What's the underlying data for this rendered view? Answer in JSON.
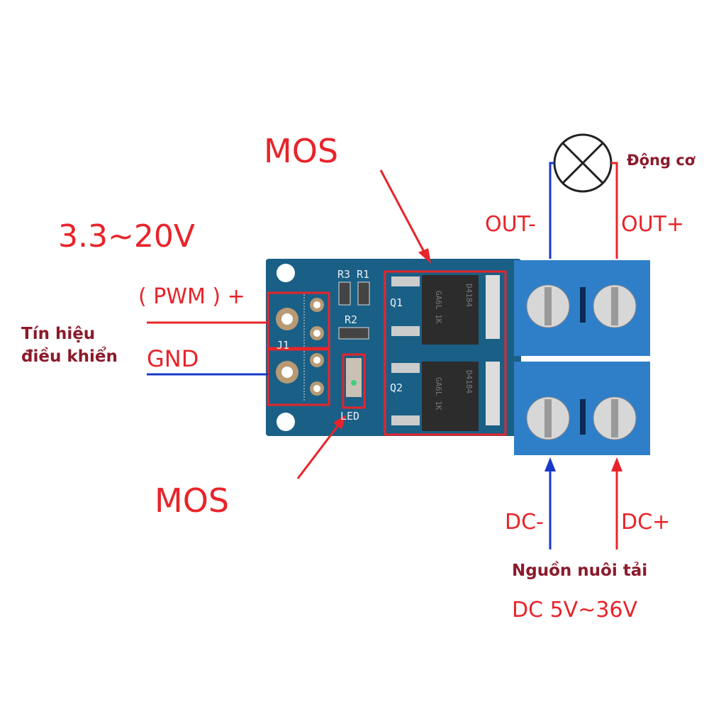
{
  "labels": {
    "mos_top": "MOS",
    "mos_bottom": "MOS",
    "voltage_signal": "3.3~20V",
    "pwm": "( PWM ) +",
    "gnd": "GND",
    "control_signal_line1": "Tín hiệu",
    "control_signal_line2": "điều khiển",
    "motor": "Động cơ",
    "out_minus": "OUT-",
    "out_plus": "OUT+",
    "dc_minus": "DC-",
    "dc_plus": "DC+",
    "load_supply": "Nguồn nuôi tải",
    "load_voltage": "DC 5V~36V"
  },
  "silkscreen": {
    "r3": "R3",
    "r1": "R1",
    "r2": "R2",
    "q1": "Q1",
    "q2": "Q2",
    "j1": "J1",
    "led": "LED",
    "chip_code": "D4184",
    "chip_lot": "GA6L 1K"
  },
  "colors": {
    "pcb": "#1a5f86",
    "terminal": "#2f7fc8",
    "annotation": "#e8242a",
    "wire_neg": "#1838c8"
  }
}
